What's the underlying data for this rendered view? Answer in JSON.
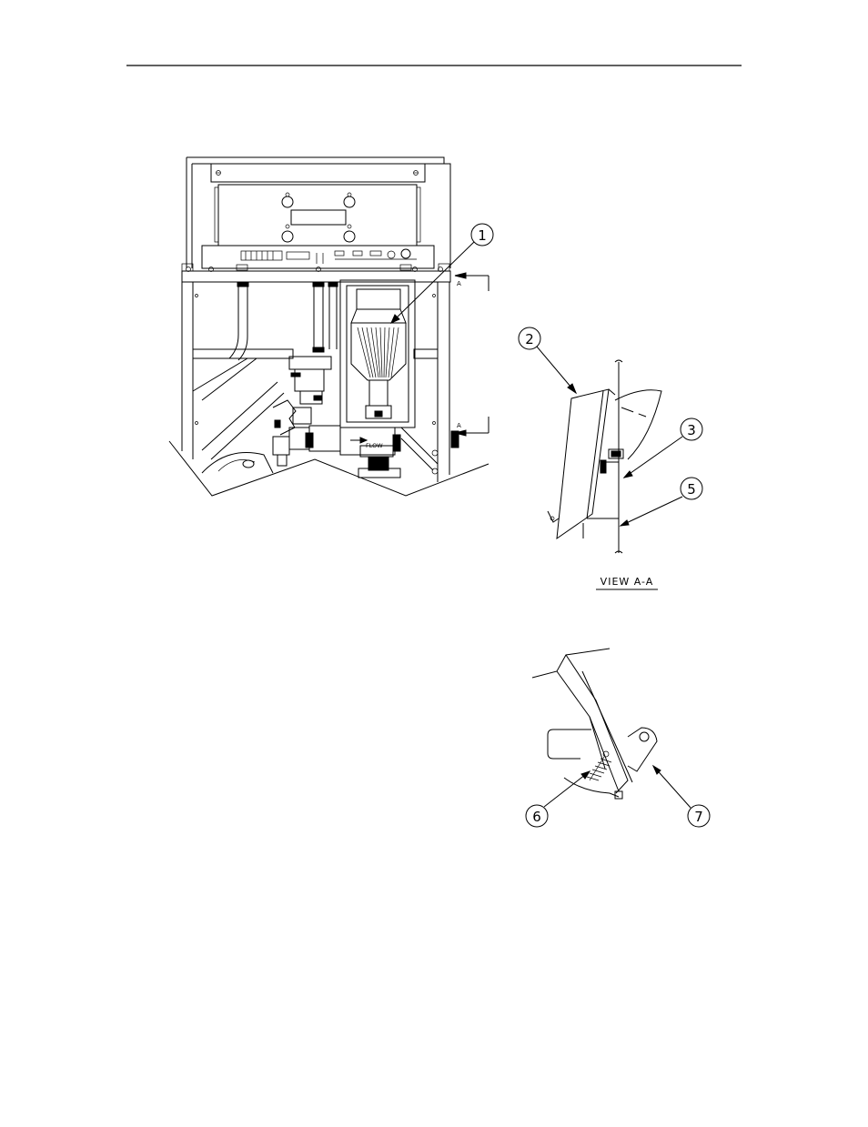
{
  "callouts": {
    "c1": "1",
    "c2": "2",
    "c3": "3",
    "c5": "5",
    "c6": "6",
    "c7": "7"
  },
  "section_marks": {
    "top": "A",
    "bottom": "A"
  },
  "labels": {
    "flow": "FLOW",
    "view_title": "VIEW A-A"
  },
  "colors": {
    "ink": "#000000",
    "paper": "#ffffff"
  }
}
